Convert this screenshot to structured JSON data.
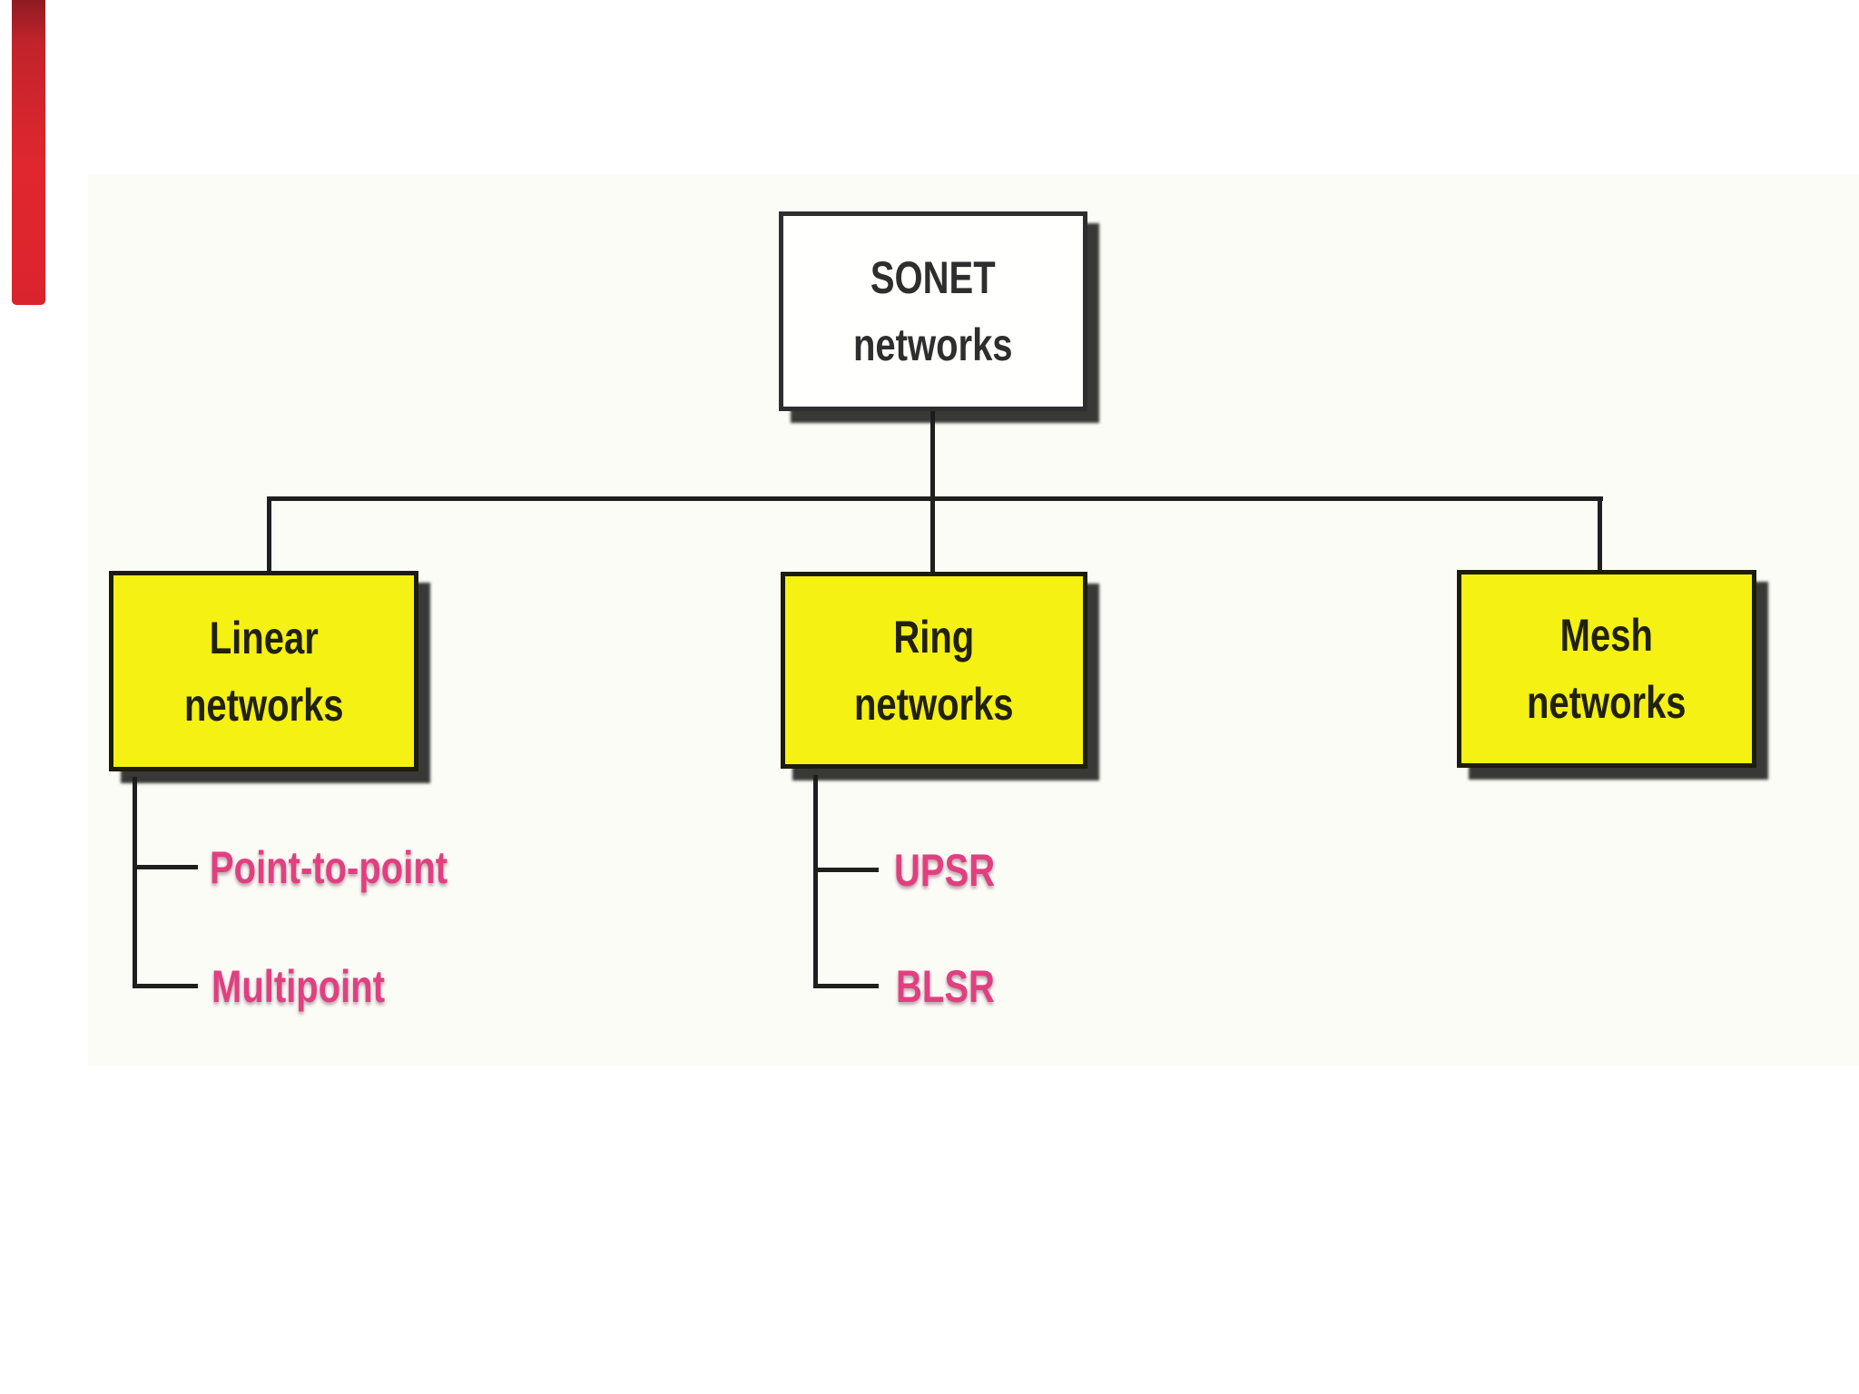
{
  "meta": {
    "description": "Taxonomy diagram of SONET network topologies on a presentation slide"
  },
  "palette": {
    "page_background": "#ffffff",
    "panel_background": "#fcfcf6",
    "accent_bar_red": "#e02730",
    "box_yellow": "#f5f113",
    "box_white": "#fffffe",
    "box_border": "#242424",
    "connector_line": "#1f1f1f",
    "box_text_dark": "#21210e",
    "leaf_text_pink": "#e23f80"
  },
  "diagram": {
    "root": {
      "label": "SONET\nnetworks"
    },
    "children": [
      {
        "label": "Linear\nnetworks",
        "leaves": [
          "Point-to-point",
          "Multipoint"
        ]
      },
      {
        "label": "Ring\nnetworks",
        "leaves": [
          "UPSR",
          "BLSR"
        ]
      },
      {
        "label": "Mesh\nnetworks",
        "leaves": []
      }
    ]
  }
}
